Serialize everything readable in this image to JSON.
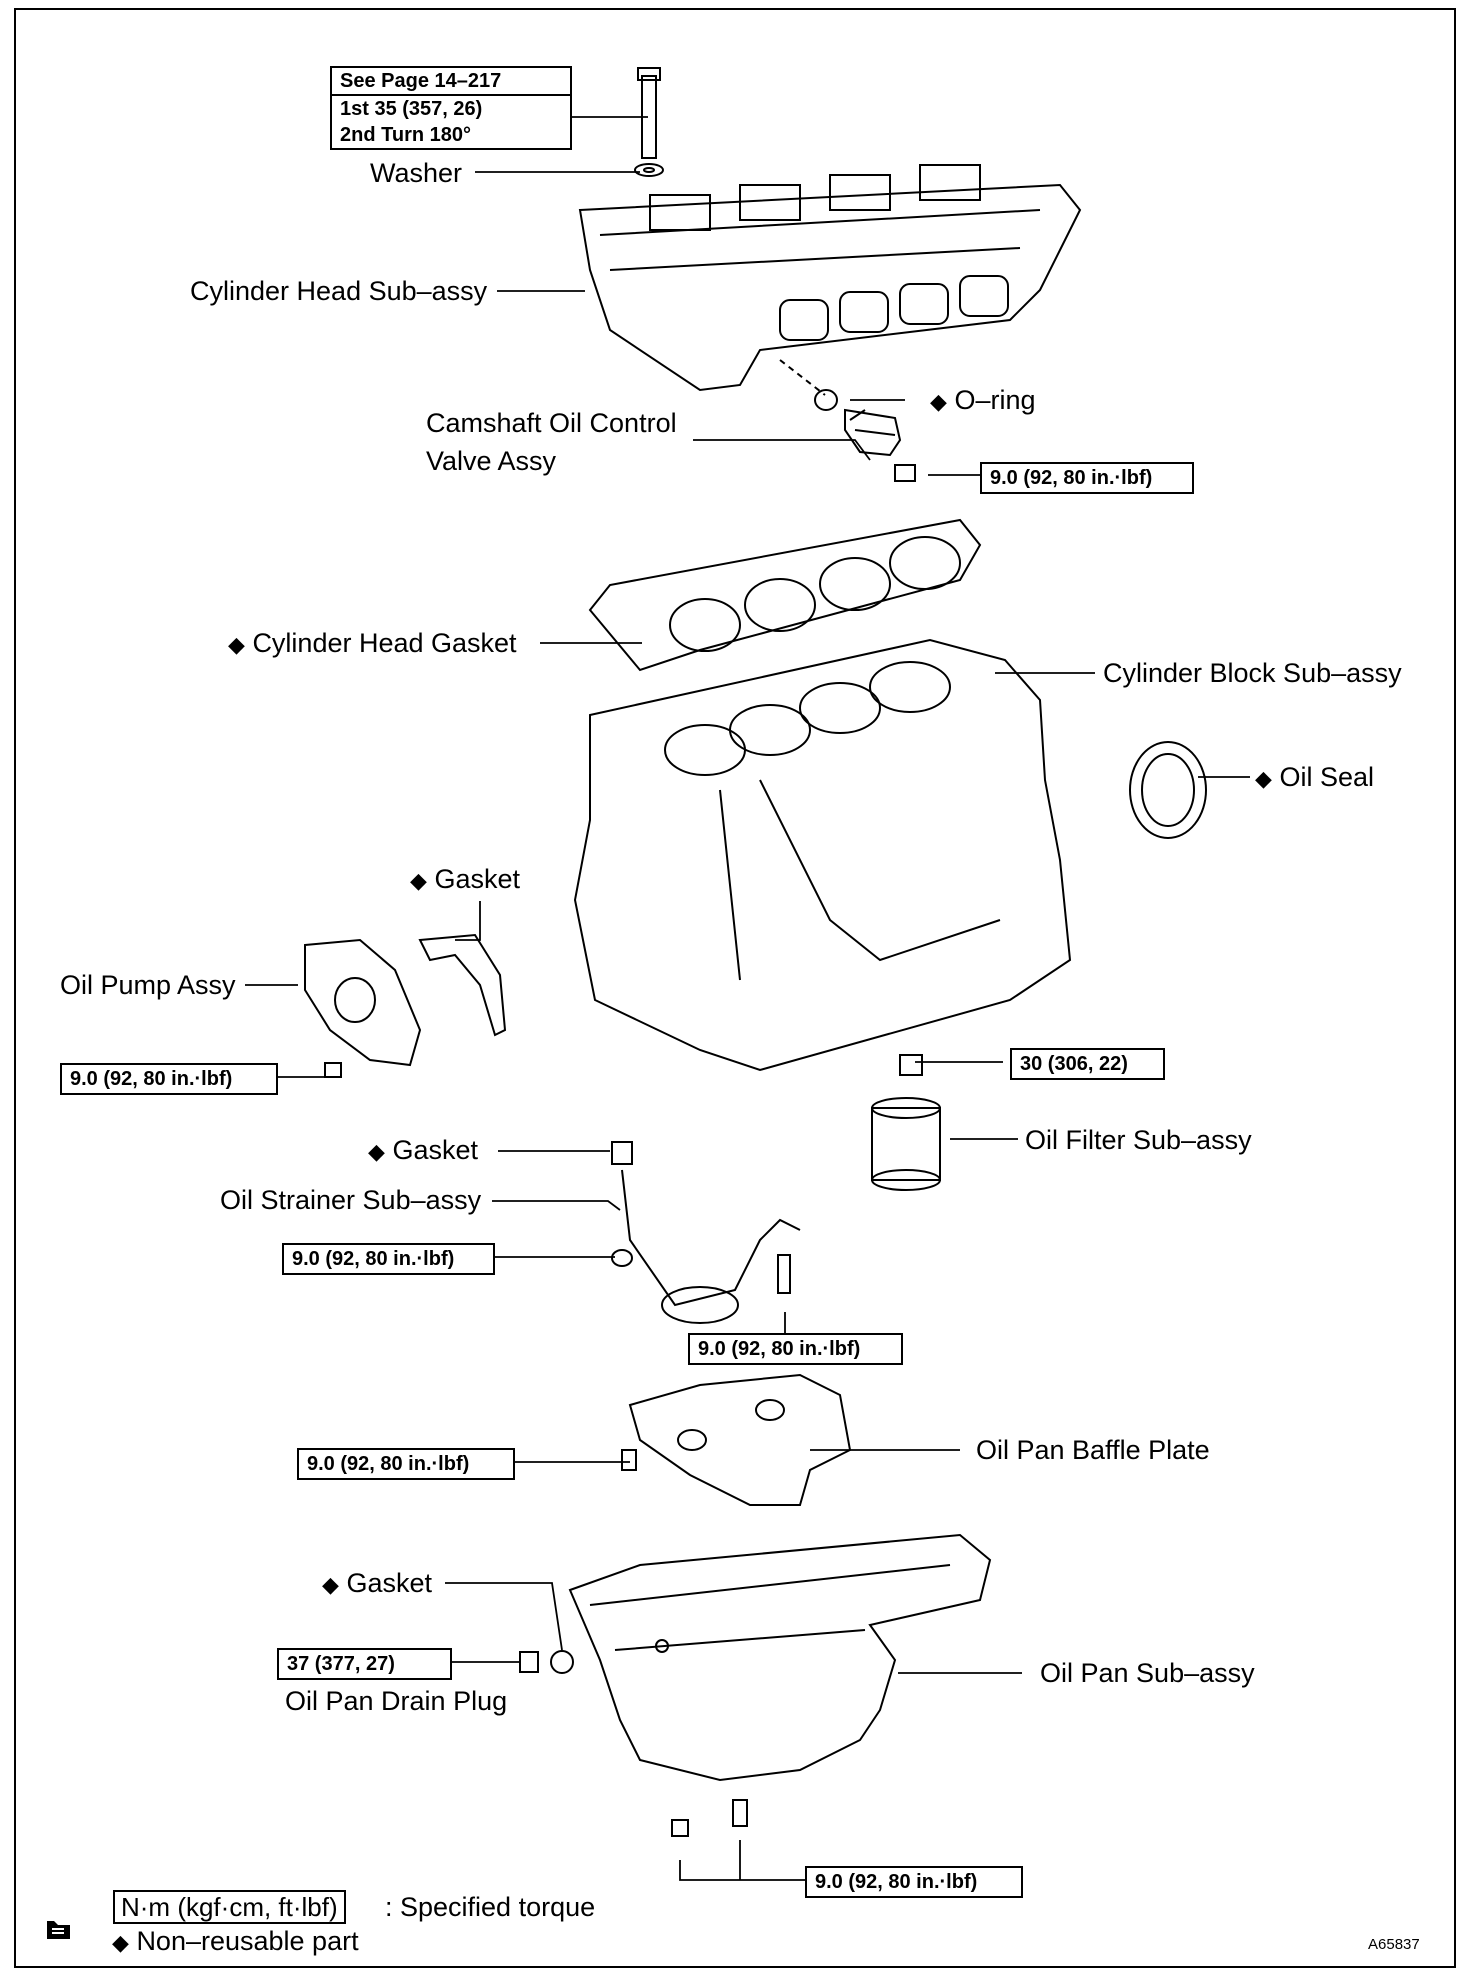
{
  "torque_ref": {
    "header": "See Page 14–217",
    "line1": "1st 35 (357, 26)",
    "line2": "2nd Turn 180°"
  },
  "marker": "◆",
  "labels": {
    "washer": "Washer",
    "cylinder_head": "Cylinder Head Sub–assy",
    "oring": "O–ring",
    "camshaft_l1": "Camshaft Oil Control",
    "camshaft_l2": "Valve Assy",
    "head_gasket": "Cylinder Head Gasket",
    "cylinder_block": "Cylinder Block Sub–assy",
    "oil_seal": "Oil Seal",
    "gasket_pump": "Gasket",
    "oil_pump": "Oil Pump Assy",
    "oil_filter": "Oil Filter Sub–assy",
    "gasket_strainer": "Gasket",
    "oil_strainer": "Oil Strainer Sub–assy",
    "baffle_plate": "Oil Pan Baffle Plate",
    "gasket_pan": "Gasket",
    "drain_plug": "Oil Pan Drain Plug",
    "oil_pan": "Oil Pan Sub–assy"
  },
  "torques": {
    "camshaft_valve": "9.0 (92, 80 in.·lbf)",
    "oil_pump": "9.0 (92, 80 in.·lbf)",
    "filter_union": "30 (306, 22)",
    "strainer_left": "9.0 (92, 80 in.·lbf)",
    "strainer_right": "9.0 (92, 80 in.·lbf)",
    "baffle": "9.0 (92, 80 in.·lbf)",
    "drain_plug": "37 (377, 27)",
    "pan_bottom": "9.0 (92, 80 in.·lbf)"
  },
  "legend": {
    "unit_box": "N·m (kgf·cm, ft·lbf)",
    "unit_desc": ": Specified torque",
    "nonreusable": "Non–reusable part"
  },
  "figure_id": "A65837",
  "icon": "book-icon"
}
